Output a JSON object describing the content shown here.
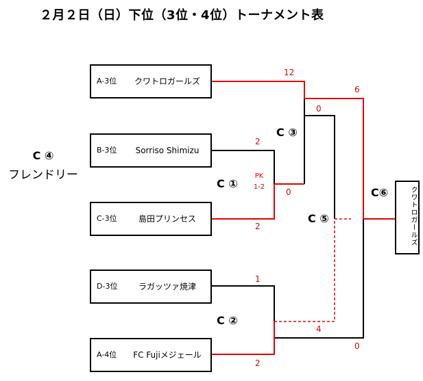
{
  "title": "２月２日（日）下位（3位・4位）トーナメント表",
  "teams": [
    {
      "seed": "A-3位",
      "name": "クワトロガールズ"
    },
    {
      "seed": "B-3位",
      "name": "Sorriso Shimizu"
    },
    {
      "seed": "C-3位",
      "name": "島田プリンセス"
    },
    {
      "seed": "D-3位",
      "name": "ラガッツァ焼津"
    },
    {
      "seed": "A-4位",
      "name": "FC Fujiメジェール"
    }
  ],
  "matches": {
    "c1": "C ①",
    "c2": "C ②",
    "c3": "C ③",
    "c5": "C ⑤",
    "c6": "C⑥"
  },
  "friendly": {
    "label": "C ④",
    "text": "フレンドリー"
  },
  "scores": {
    "a_c3": "12",
    "b_c1": "2",
    "c_c1": "2",
    "pk_label": "PK",
    "pk_score": "1-2",
    "c1_c3": "0",
    "c3_top": "0",
    "c3_c6": "6",
    "d_c2": "1",
    "e_c2": "2",
    "c2_c5": "4",
    "c2_c6": "0"
  },
  "winner": "クワトロガールズ",
  "colors": {
    "win_line": "#e00000",
    "line": "#000000"
  }
}
